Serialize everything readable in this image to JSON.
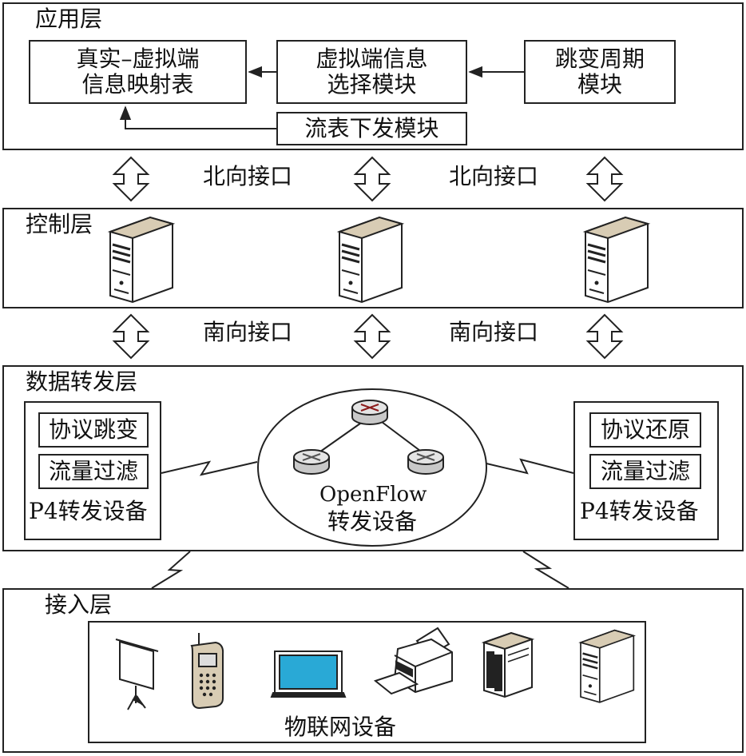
{
  "app_layer": {
    "title": "应用层",
    "mapping_table": [
      "真实–虚拟端",
      "信息映射表"
    ],
    "select_module": [
      "虚拟端信息",
      "选择模块"
    ],
    "hop_module": [
      "跳变周期",
      "模块"
    ],
    "flow_module": "流表下发模块"
  },
  "north_interface": [
    "北向接口",
    "北向接口"
  ],
  "control_layer": {
    "title": "控制层",
    "servers": [
      "server-icon",
      "server-icon",
      "server-icon"
    ]
  },
  "south_interface": [
    "南向接口",
    "南向接口"
  ],
  "data_layer": {
    "title": "数据转发层",
    "p4_left": {
      "items": [
        "协议跳变",
        "流量过滤"
      ],
      "label": "P4转发设备"
    },
    "openflow": {
      "label1": "OpenFlow",
      "label2": "转发设备",
      "routers": [
        "router-icon",
        "router-icon",
        "router-icon"
      ]
    },
    "p4_right": {
      "items": [
        "协议还原",
        "流量过滤"
      ],
      "label": "P4转发设备"
    }
  },
  "access_layer": {
    "title": "接入层",
    "devices": [
      "projector-screen-icon",
      "mobile-phone-icon",
      "monitor-icon",
      "printer-icon",
      "server-rack-icon",
      "server-icon"
    ],
    "label": "物联网设备"
  },
  "colors": {
    "line": "#222222",
    "server_top": "#d8ccb4",
    "router_body": "#c8c8c8",
    "router_mark": "#8b1a1a"
  }
}
